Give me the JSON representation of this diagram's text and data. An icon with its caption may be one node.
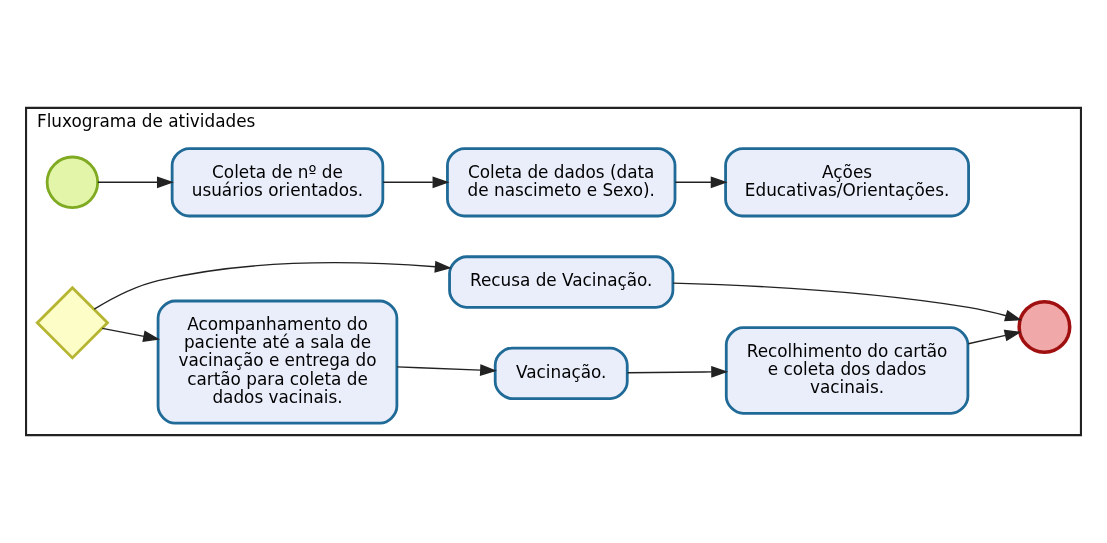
{
  "diagram": {
    "nodes": [
      {
        "text": [
          "Fluxograma de atividades"
        ]
      },
      {
        "text": [],
        "shape": "circle",
        "in": 0
      },
      {
        "text": [
          "Coleta de nº de usuários orientados."
        ],
        "in": 0
      },
      {
        "text": [
          "Coleta de dados (data de nascimeto e Sexo)."
        ],
        "in": 0
      },
      {
        "text": [
          "Ações Educativas/Orientações."
        ],
        "in": 0
      },
      {
        "text": [],
        "shape": "diamond",
        "in": 0
      },
      {
        "text": [
          "Acompanhamento do paciente até a sala de vacinação e entrega do cartão para coleta de dados vacinais."
        ],
        "in": 0
      },
      {
        "text": [
          "Recusa de Vacinação."
        ],
        "in": 0
      },
      {
        "text": [
          "Vacinação."
        ],
        "in": 0
      },
      {
        "text": [
          "Recolhimento do cartão e coleta dos dados vacinais."
        ],
        "in": 0
      },
      {
        "text": [],
        "shape": "circle",
        "in": 0
      }
    ],
    "edges": [
      {
        "from": 1,
        "to": 2,
        "arrow": "to"
      },
      {
        "from": 2,
        "to": 3,
        "arrow": "to"
      },
      {
        "from": 3,
        "to": 4,
        "arrow": "to"
      },
      {
        "from": 5,
        "to": 6,
        "arrow": "to"
      },
      {
        "from": 5,
        "to": 7,
        "arrow": "to"
      },
      {
        "from": 6,
        "to": 8,
        "arrow": "to"
      },
      {
        "from": 8,
        "to": 9,
        "arrow": "to"
      },
      {
        "from": 9,
        "to": 10,
        "arrow": "to"
      },
      {
        "from": 7,
        "to": 10,
        "arrow": "to"
      }
    ]
  }
}
